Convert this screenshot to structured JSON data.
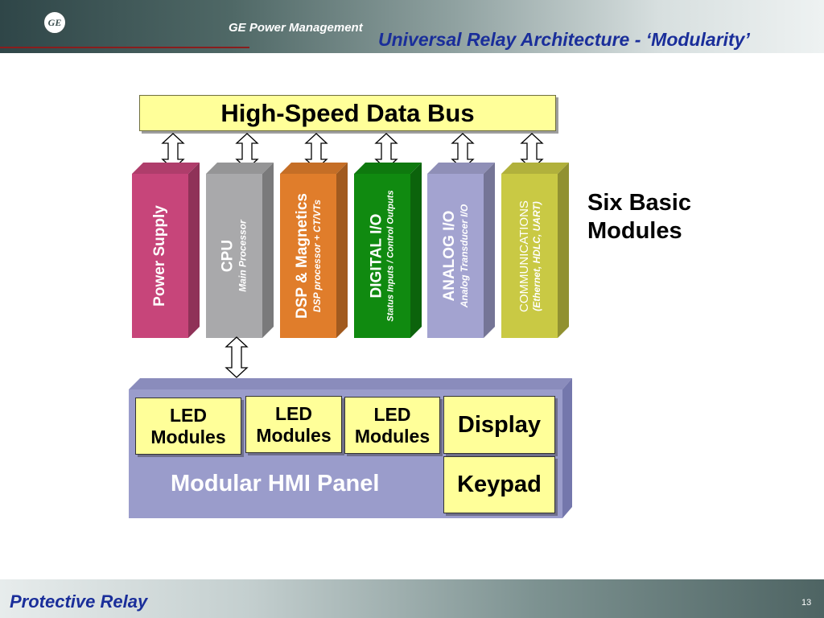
{
  "header": {
    "logo_text": "GE",
    "company": "GE Power Management",
    "title": "Universal Relay Architecture - ‘Modularity’"
  },
  "footer": {
    "title": "Protective Relay",
    "page_number": "13"
  },
  "diagram": {
    "bus_label": "High-Speed Data Bus",
    "modules": [
      {
        "name": "Power Supply",
        "subtitle": "",
        "color": "#c7457a"
      },
      {
        "name": "CPU",
        "subtitle": "Main Processor",
        "color": "#a9a9ab"
      },
      {
        "name": "DSP & Magnetics",
        "subtitle": "DSP processor + CT/VTs",
        "color": "#e07d2b"
      },
      {
        "name": "DIGITAL I/O",
        "subtitle": "Status Inputs / Control Outputs",
        "color": "#108a10"
      },
      {
        "name": "ANALOG I/O",
        "subtitle": "Analog Transducer I/O",
        "color": "#a3a3d0"
      },
      {
        "name": "COMMUNICATIONS",
        "subtitle": "(Ethernet, HDLC, UART)",
        "color": "#c9c944"
      }
    ],
    "side_label_line1": "Six Basic",
    "side_label_line2": "Modules",
    "hmi": {
      "panel_label": "Modular HMI Panel",
      "led_line1": "LED",
      "led_line2": "Modules",
      "display": "Display",
      "keypad": "Keypad"
    }
  }
}
